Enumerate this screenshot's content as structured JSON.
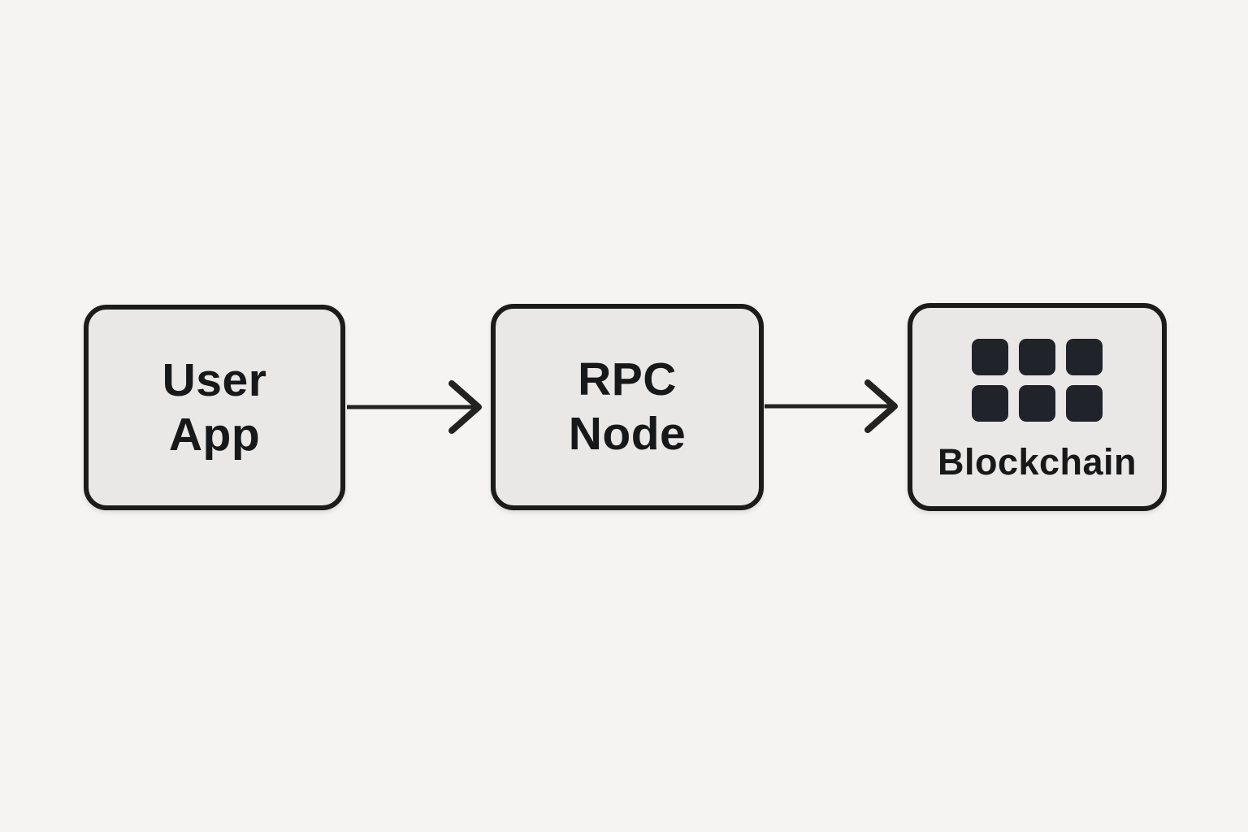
{
  "diagram": {
    "type": "flow-diagram",
    "direction": "left-to-right",
    "nodes": [
      {
        "id": "user-app",
        "label": "User\nApp"
      },
      {
        "id": "rpc-node",
        "label": "RPC\nNode"
      },
      {
        "id": "blockchain",
        "label": "Blockchain",
        "icon": "grid-icon"
      }
    ],
    "edges": [
      {
        "from": "user-app",
        "to": "rpc-node",
        "style": "arrow-right"
      },
      {
        "from": "rpc-node",
        "to": "blockchain",
        "style": "arrow-right"
      }
    ],
    "colors": {
      "background": "#f5f4f2",
      "node_fill": "#e9e8e6",
      "node_border": "#1b1b1b",
      "arrow": "#222222",
      "icon_fill": "#20232a",
      "text": "#17181a"
    }
  }
}
